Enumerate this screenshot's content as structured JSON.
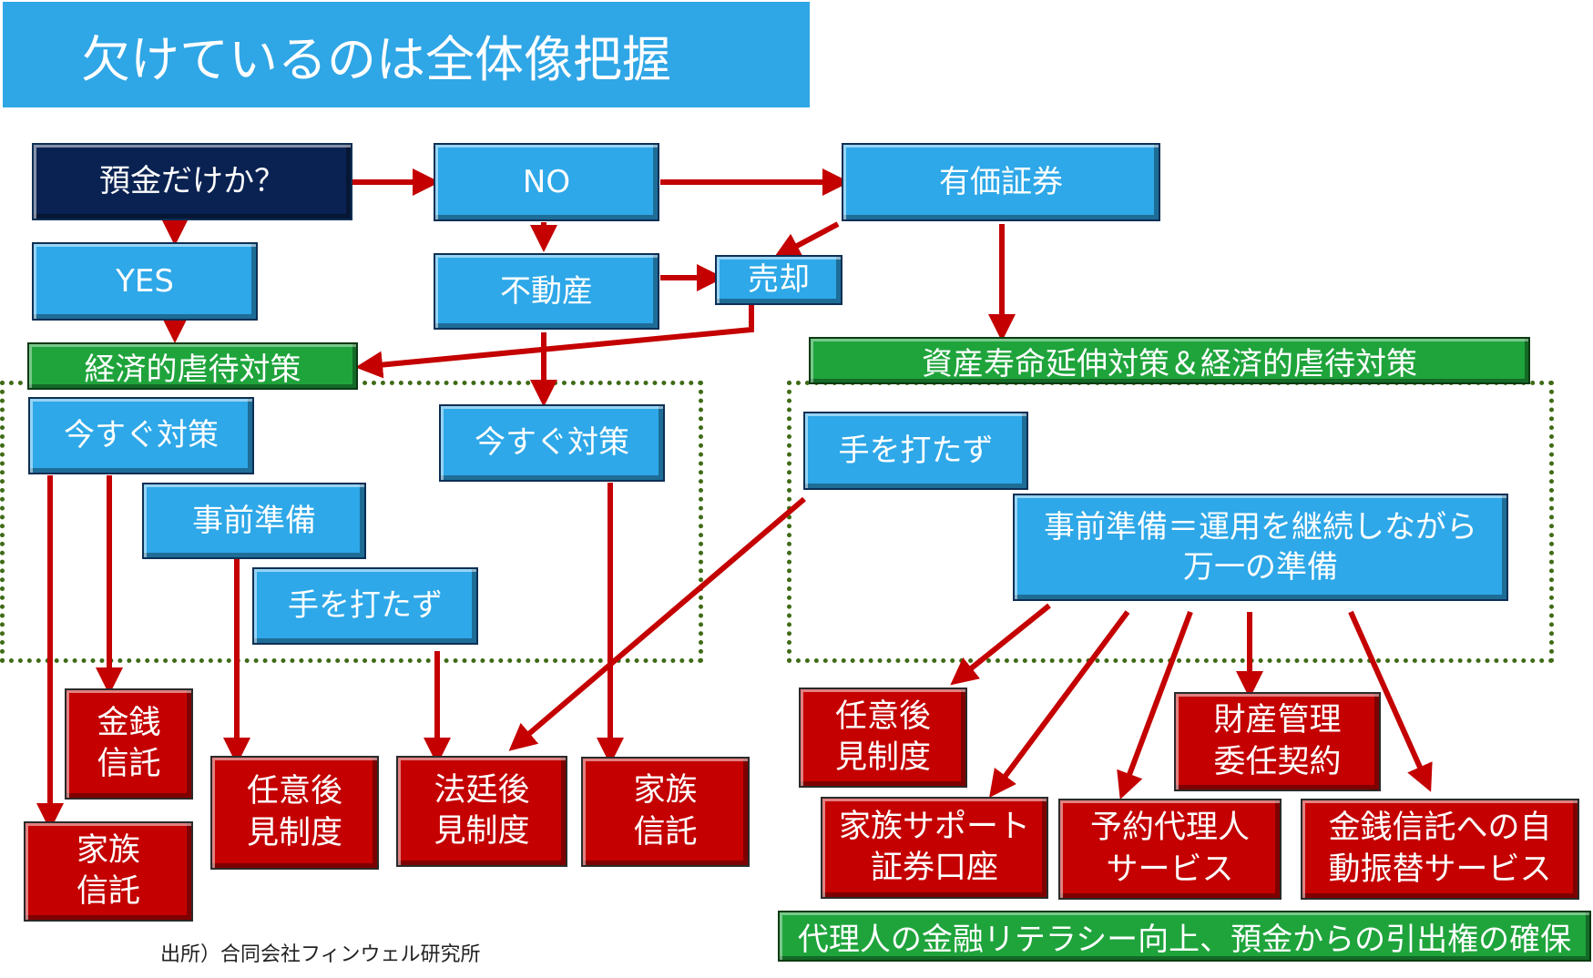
{
  "title": "欠けているのは全体像把握",
  "nodes": {
    "deposit_only": "預金だけか？",
    "yes": "YES",
    "no": "NO",
    "securities": "有価証券",
    "real_estate": "不動産",
    "sale": "売却",
    "left_green": "経済的虐待対策",
    "right_green": "資産寿命延伸対策＆経済的虐待対策",
    "now_left": "今すぐ対策",
    "now_mid": "今すぐ対策",
    "prep_left": "事前準備",
    "no_action_left": "手を打たず",
    "no_action_right": "手を打たず",
    "prep_right": "事前準備＝運用を継続しながら\n万一の準備",
    "money_trust": "金銭\n信託",
    "family_trust_left": "家族\n信託",
    "voluntary_guard_left": "任意後\n見制度",
    "legal_guard": "法廷後\n見制度",
    "family_trust_mid": "家族\n信託",
    "voluntary_guard_right": "任意後\n見制度",
    "property_mgmt": "財産管理\n委任契約",
    "family_support": "家族サポート\n証券口座",
    "agent_service": "予約代理人\nサービス",
    "auto_transfer": "金銭信託への自\n動振替サービス",
    "bottom_green": "代理人の金融リテラシー向上、預金からの引出権の確保"
  },
  "source": "出所）合同会社フィンウェル研究所",
  "colors": {
    "title_bg": "#2fa6e6",
    "blue_box": "#2ea8e8",
    "navy_box": "#0a2252",
    "red_box": "#c40000",
    "green_box": "#1fa43c",
    "arrow": "#c40000",
    "dotted": "#3f6b16"
  }
}
